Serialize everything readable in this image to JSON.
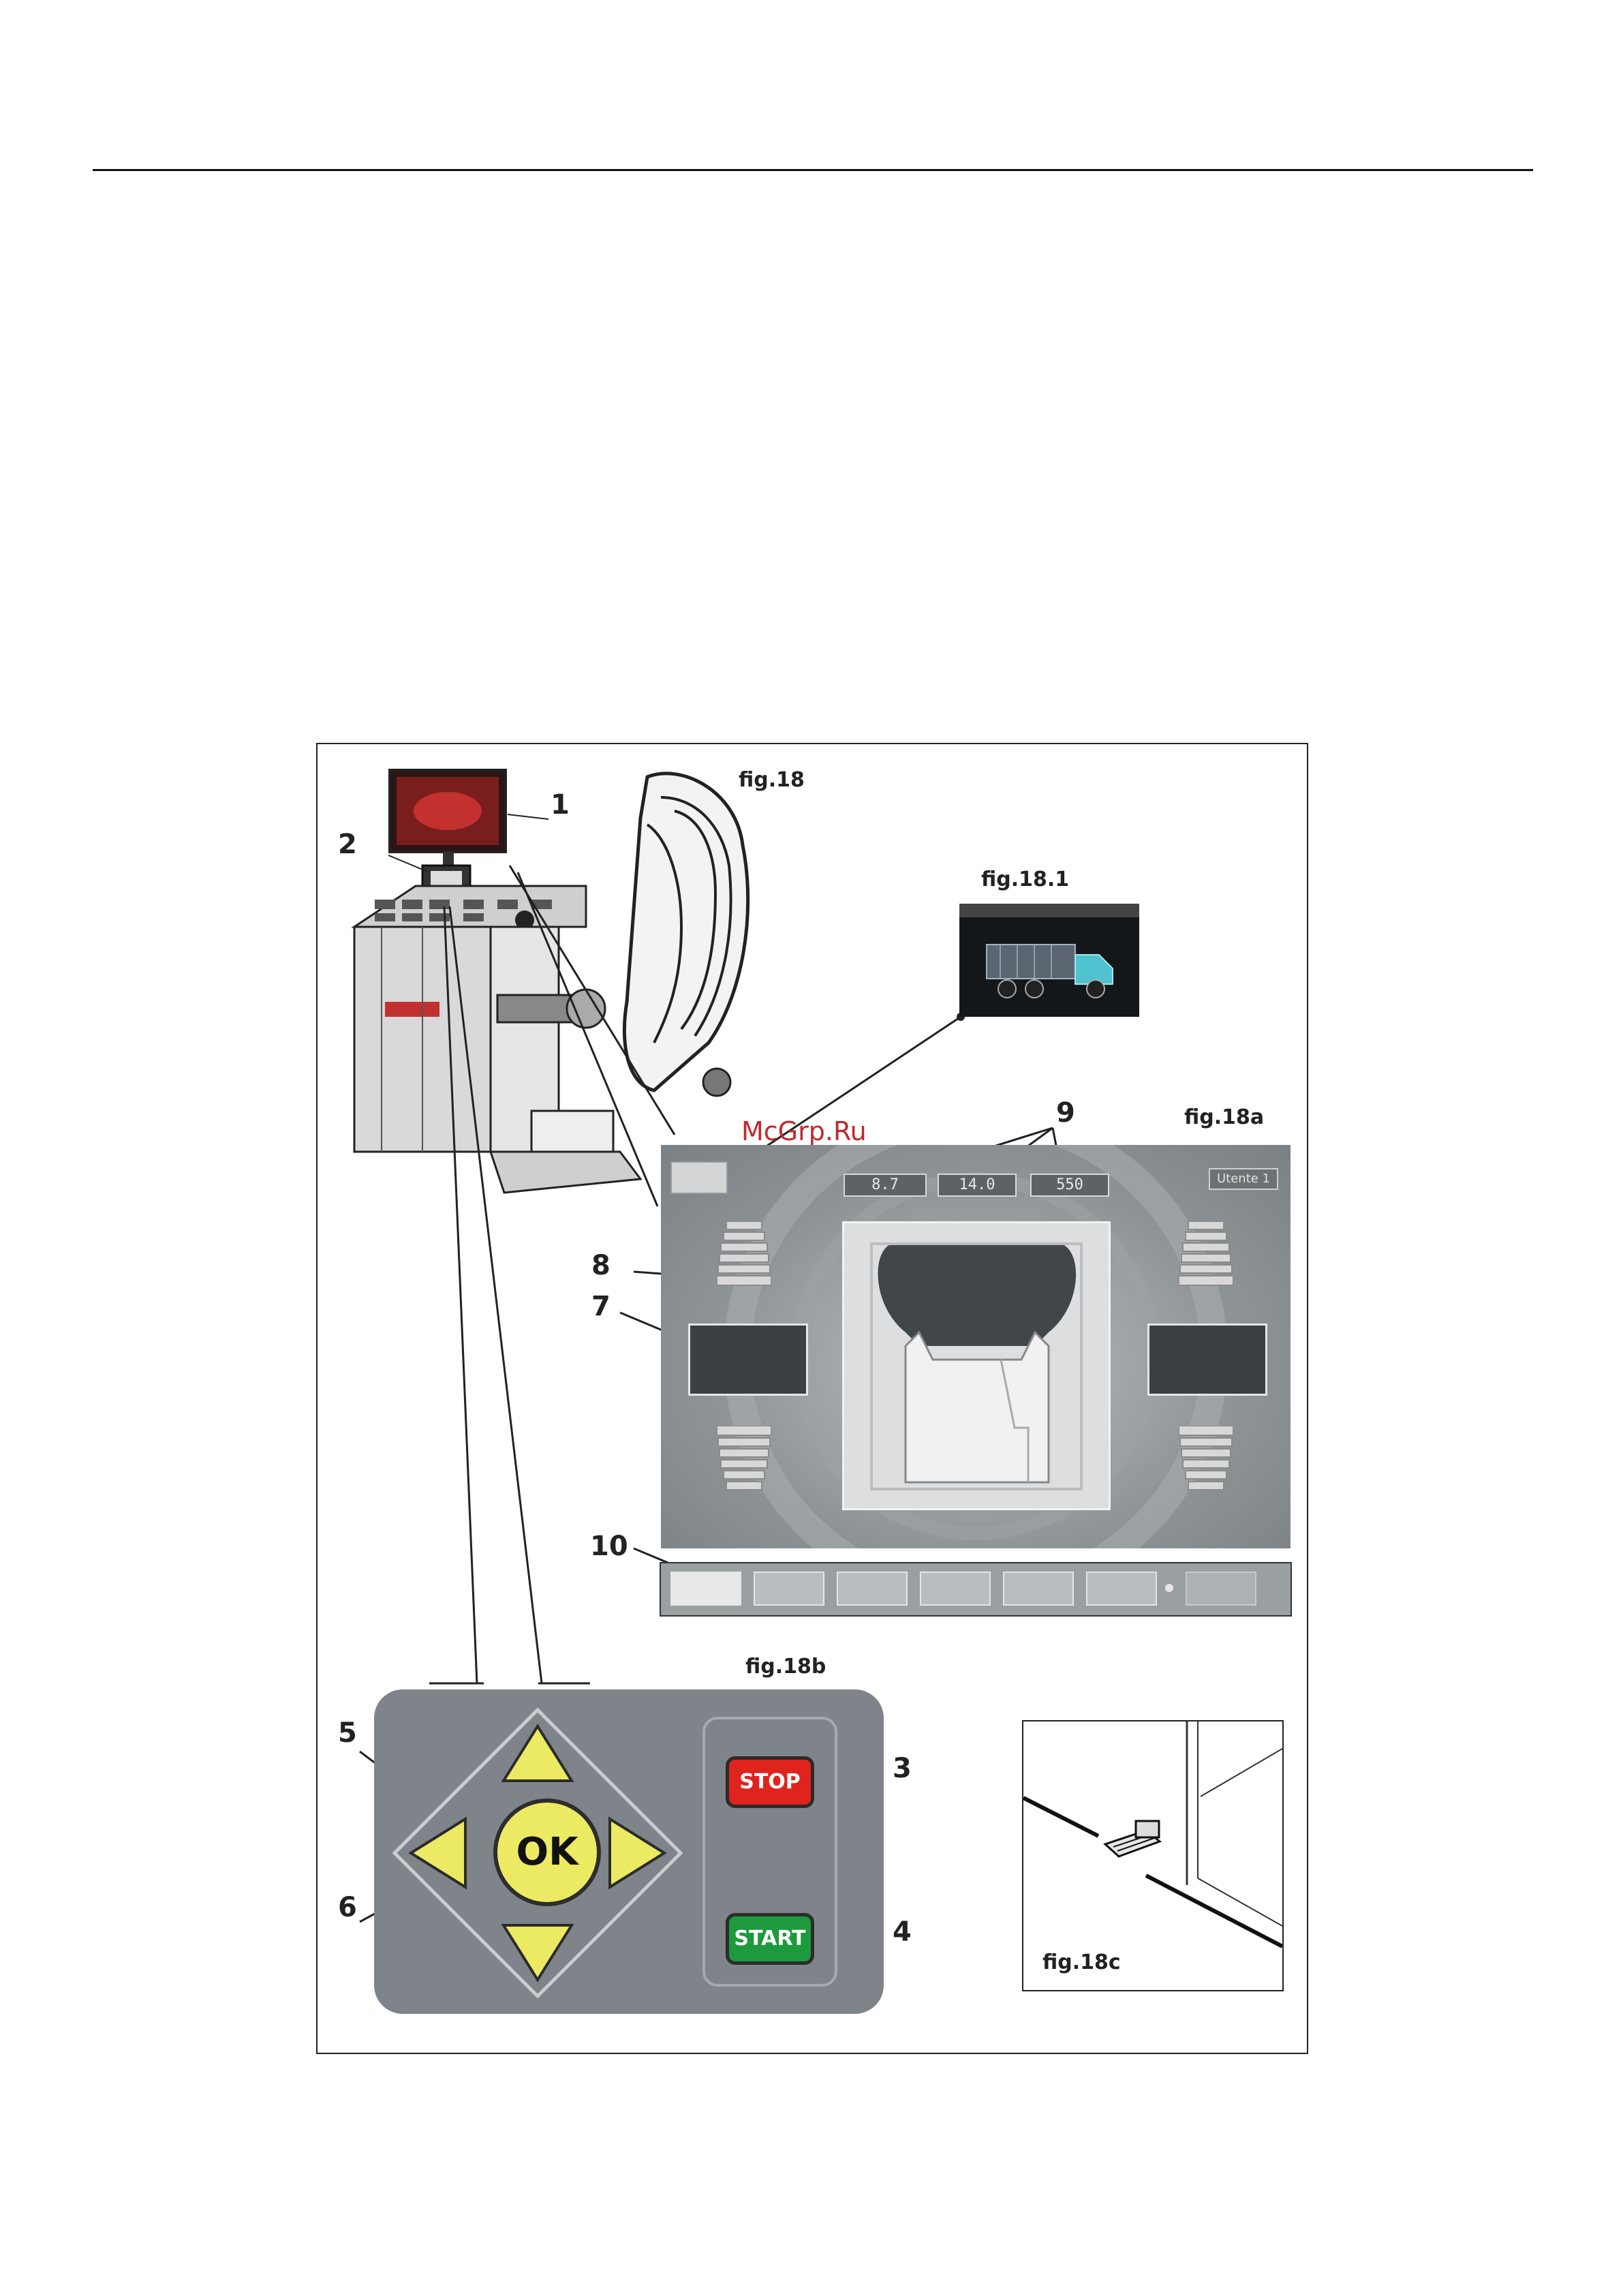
{
  "figures": {
    "fig18": "fig.18",
    "fig18_1": "fig.18.1",
    "fig18a": "fig.18a",
    "fig18b": "fig.18b",
    "fig18c": "fig.18c"
  },
  "callouts": [
    "1",
    "2",
    "3",
    "4",
    "5",
    "6",
    "7",
    "8",
    "9",
    "10"
  ],
  "watermark": "McGrp.Ru",
  "screen": {
    "readouts": [
      "8.7",
      "14.0",
      "550"
    ],
    "user_badge": "Utente 1"
  },
  "keypad": {
    "ok_label": "OK",
    "stop_label": "STOP",
    "start_label": "START"
  },
  "colors": {
    "stop": "#e0231d",
    "start": "#1d9a3d",
    "arrow_yellow": "#ecea62",
    "keypad_body": "#7e8489",
    "watermark": "#c0282d"
  }
}
